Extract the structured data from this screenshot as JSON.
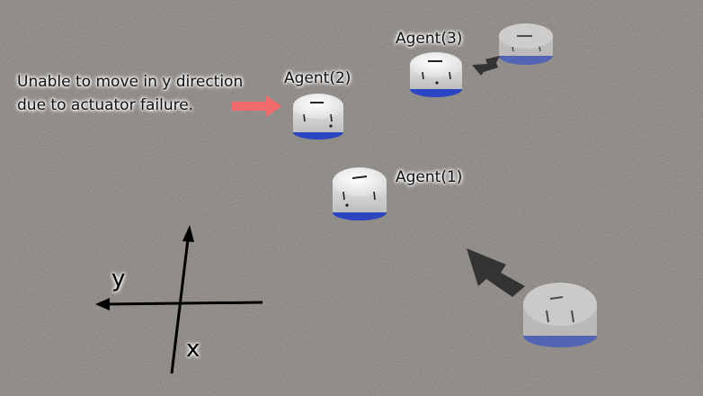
{
  "annotation": {
    "line1": "Unable to move in y direction",
    "line2": "due to actuator failure.",
    "arrow_color": "#f26b6b"
  },
  "agents": [
    {
      "label": "Agent(1)"
    },
    {
      "label": "Agent(2)"
    },
    {
      "label": "Agent(3)"
    }
  ],
  "axes": {
    "y_label": "y",
    "x_label": "x"
  },
  "motion_arrow_color": "#3a3a3a"
}
